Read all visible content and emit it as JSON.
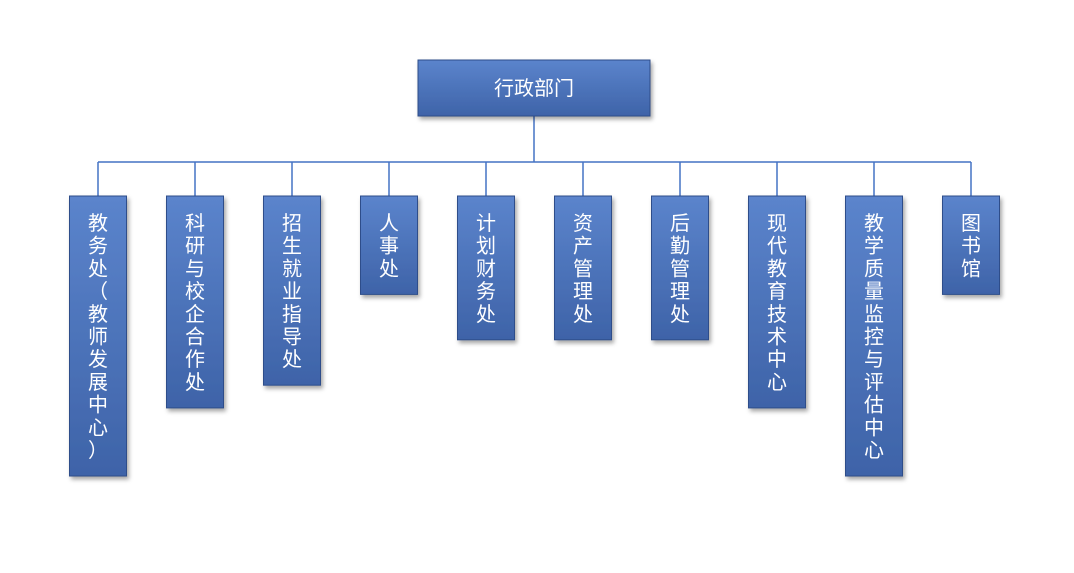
{
  "root": {
    "label": "行政部门"
  },
  "departments": [
    {
      "label": "教务处（教师发展中心）",
      "chars": [
        "教",
        "务",
        "处",
        "（",
        "教",
        "师",
        "发",
        "展",
        "中",
        "心",
        "）"
      ]
    },
    {
      "label": "科研与校企合作处",
      "chars": [
        "科",
        "研",
        "与",
        "校",
        "企",
        "合",
        "作",
        "处"
      ]
    },
    {
      "label": "招生就业指导处",
      "chars": [
        "招",
        "生",
        "就",
        "业",
        "指",
        "导",
        "处"
      ]
    },
    {
      "label": "人事处",
      "chars": [
        "人",
        "事",
        "处"
      ]
    },
    {
      "label": "计划财务处",
      "chars": [
        "计",
        "划",
        "财",
        "务",
        "处"
      ]
    },
    {
      "label": "资产管理处",
      "chars": [
        "资",
        "产",
        "管",
        "理",
        "处"
      ]
    },
    {
      "label": "后勤管理处",
      "chars": [
        "后",
        "勤",
        "管",
        "理",
        "处"
      ]
    },
    {
      "label": "现代教育技术中心",
      "chars": [
        "现",
        "代",
        "教",
        "育",
        "技",
        "术",
        "中",
        "心"
      ]
    },
    {
      "label": "教学质量监控与评估中心",
      "chars": [
        "教",
        "学",
        "质",
        "量",
        "监",
        "控",
        "与",
        "评",
        "估",
        "中",
        "心"
      ]
    },
    {
      "label": "图书馆",
      "chars": [
        "图",
        "书",
        "馆"
      ]
    }
  ],
  "colors": {
    "box_fill_top": "#5b84cc",
    "box_fill_bottom": "#3e63a8",
    "box_stroke": "#2e4e8a",
    "connector": "#4472c4",
    "text": "#ffffff"
  }
}
